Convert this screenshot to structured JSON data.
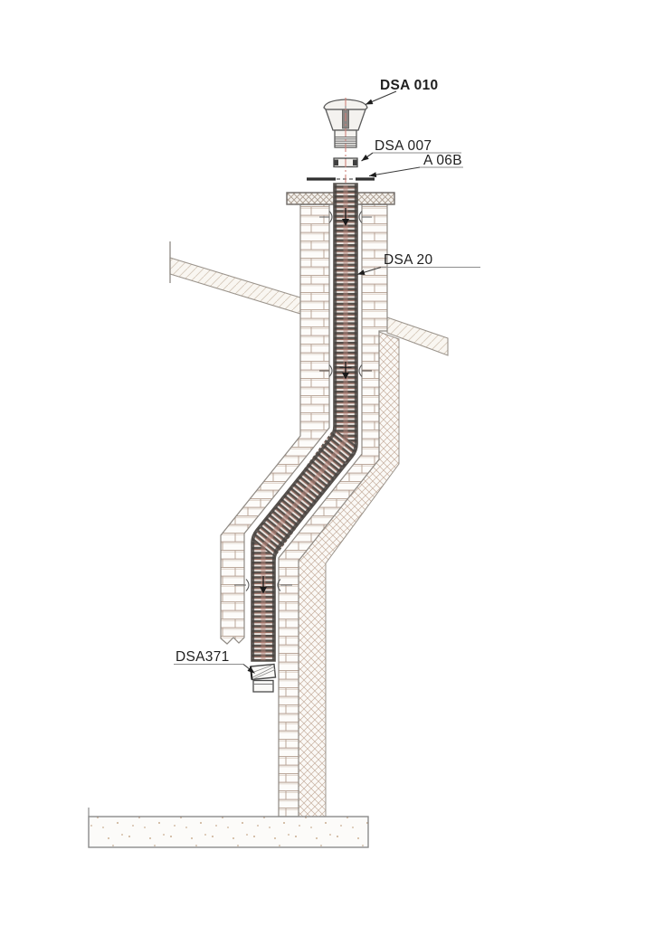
{
  "diagram": {
    "type": "chimney-flue-liner-installation-diagram",
    "labels": {
      "cap": "DSA 010",
      "collar": "DSA 007",
      "plate": "A 06B",
      "liner": "DSA 20",
      "adapter": "DSA371"
    },
    "colors": {
      "background": "#ffffff",
      "line_work": "#4a4a4a",
      "brick_line": "#b49e90",
      "centerline_red": "#cf8078",
      "label_text": "#1f1f1f"
    }
  }
}
